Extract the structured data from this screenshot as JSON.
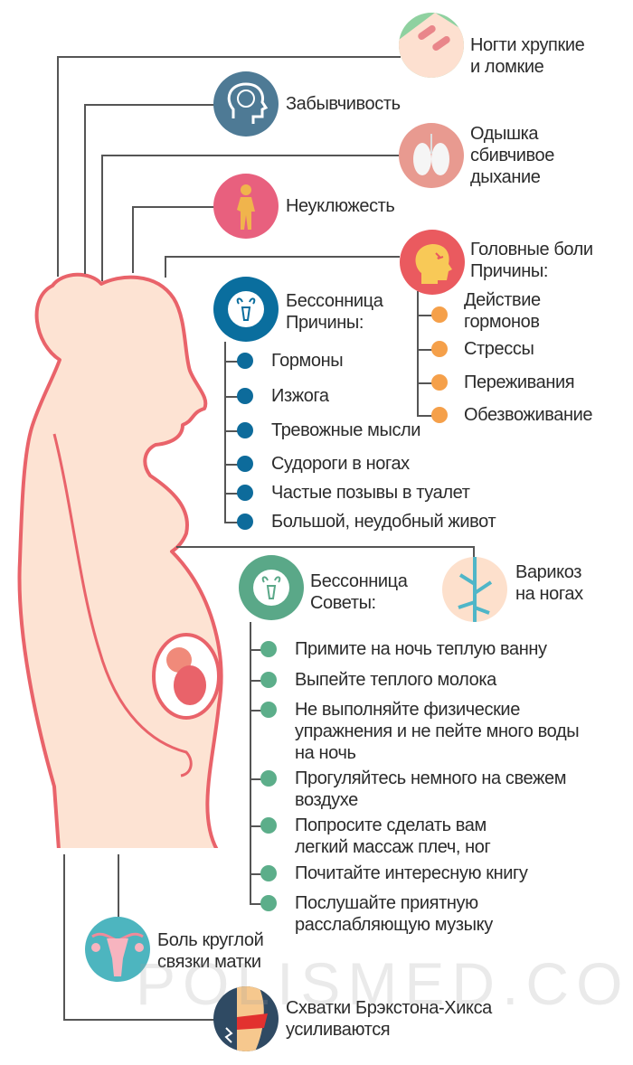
{
  "symptoms": {
    "nails": [
      "Ногти хрупкие",
      "и ломкие"
    ],
    "forgetfulness": "Забывчивость",
    "breath": [
      "Одышка",
      "сбивчивое",
      "дыхание"
    ],
    "clumsiness": "Неуклюжесть",
    "headache": [
      "Головные боли",
      "Причины:"
    ],
    "headache_causes": [
      "Действие",
      "гормонов",
      "Стрессы",
      "Переживания",
      "Обезвоживание"
    ],
    "insomnia_causes_title": [
      "Бессонница",
      "Причины:"
    ],
    "insomnia_causes": [
      "Гормоны",
      "Изжога",
      "Тревожные мысли",
      "Судороги в ногах",
      "Частые позывы в туалет",
      "Большой, неудобный живот"
    ],
    "varicose": [
      "Варикоз",
      "на ногах"
    ],
    "insomnia_tips_title": [
      "Бессонница",
      "Советы:"
    ],
    "insomnia_tips": [
      "Примите на ночь теплую ванну",
      "Выпейте теплого молока",
      "Не выполняйте физические",
      "упражнения и не пейте много воды",
      "на ночь",
      "Прогуляйтесь немного на свежем",
      "воздухе",
      "Попросите сделать вам",
      "легкий массаж плеч, ног",
      "Почитайте интересную книгу",
      "Послушайте приятную",
      "расслабляющую музыку"
    ],
    "ligament": [
      "Боль круглой",
      "связки матки"
    ],
    "braxton": [
      "Схватки Брэкстона-Хикса",
      "усиливаются"
    ]
  },
  "watermark": "POLISMED.COM",
  "colors": {
    "body_fill": "#fde3d3",
    "body_stroke": "#e9636a",
    "blue": "#0d6b9b",
    "orange": "#f5a04a",
    "green": "#5cae8a"
  }
}
